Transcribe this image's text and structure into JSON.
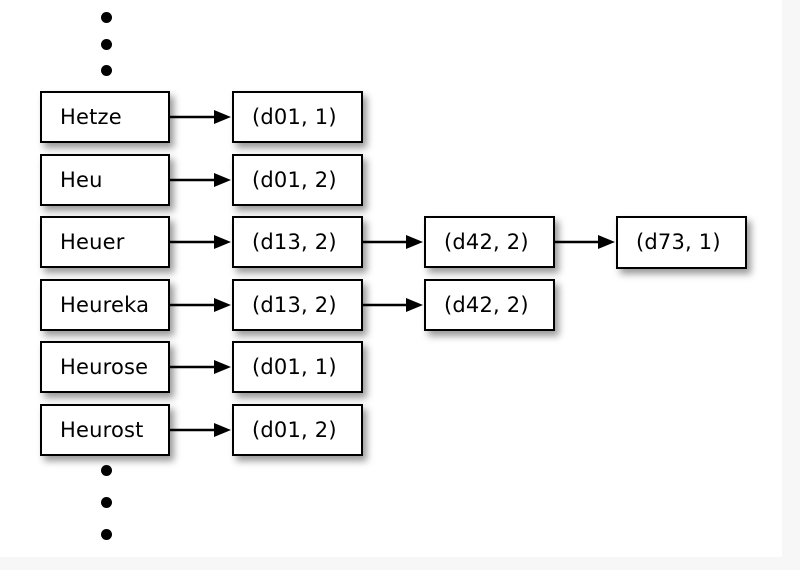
{
  "diagram": {
    "title": "Inverted index posting list diagram",
    "background_color": "#f7f7f7",
    "canvas_color": "#ffffff",
    "box_fill": "#ffffff",
    "box_border": "#000000",
    "arrow_color": "#000000"
  },
  "ellipsis": {
    "top": [
      "•",
      "•",
      "•"
    ],
    "bottom": [
      "•",
      "•",
      "•"
    ]
  },
  "terms": [
    {
      "label": "Hetze"
    },
    {
      "label": "Heu"
    },
    {
      "label": "Heuer"
    },
    {
      "label": "Heureka"
    },
    {
      "label": "Heurose"
    },
    {
      "label": "Heurost"
    }
  ],
  "postings_col2": [
    {
      "label": "(d01, 1)"
    },
    {
      "label": "(d01, 2)"
    },
    {
      "label": "(d13, 2)"
    },
    {
      "label": "(d13, 2)"
    },
    {
      "label": "(d01, 1)"
    },
    {
      "label": "(d01, 2)"
    }
  ],
  "postings_col3": [
    {
      "label": "(d42, 2)"
    },
    {
      "label": "(d42, 2)"
    }
  ],
  "postings_col4": [
    {
      "label": "(d73, 1)"
    }
  ],
  "edges": [
    {
      "from": "Hetze",
      "to": "(d01, 1)"
    },
    {
      "from": "Heu",
      "to": "(d01, 2)"
    },
    {
      "from": "Heuer",
      "to": "(d13, 2)"
    },
    {
      "from": "Heureka",
      "to": "(d13, 2)"
    },
    {
      "from": "Heurose",
      "to": "(d01, 1)"
    },
    {
      "from": "Heurost",
      "to": "(d01, 2)"
    },
    {
      "from": "(d13, 2)",
      "to": "(d42, 2)"
    },
    {
      "from": "(d13, 2)",
      "to": "(d42, 2)"
    },
    {
      "from": "(d42, 2)",
      "to": "(d73, 1)"
    }
  ]
}
